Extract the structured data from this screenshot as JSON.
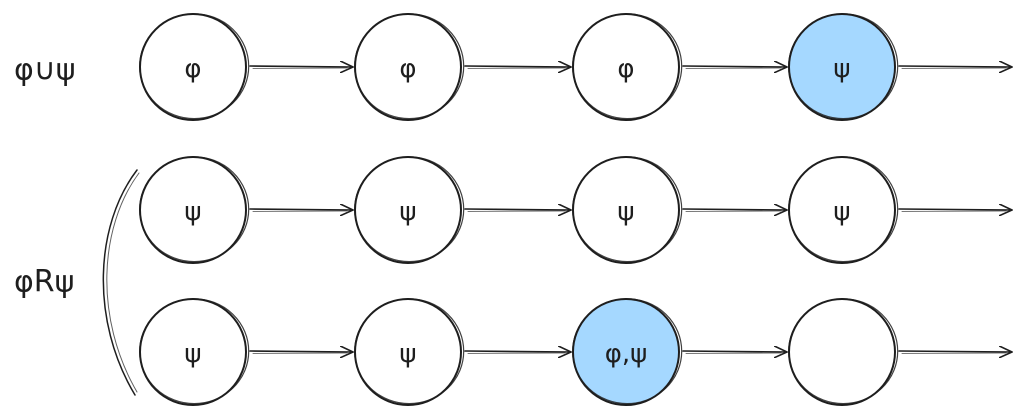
{
  "colors": {
    "ink": "#1e1e1e",
    "empty_fill": "#ffffff",
    "highlight_fill": "#a5d8ff"
  },
  "rows": [
    {
      "label": "φ∪ψ",
      "nodes": [
        {
          "text": "φ",
          "highlight": false
        },
        {
          "text": "φ",
          "highlight": false
        },
        {
          "text": "φ",
          "highlight": false
        },
        {
          "text": "ψ",
          "highlight": true
        }
      ]
    },
    {
      "label": "",
      "nodes": [
        {
          "text": "ψ",
          "highlight": false
        },
        {
          "text": "ψ",
          "highlight": false
        },
        {
          "text": "ψ",
          "highlight": false
        },
        {
          "text": "ψ",
          "highlight": false
        }
      ]
    },
    {
      "label": "",
      "nodes": [
        {
          "text": "ψ",
          "highlight": false
        },
        {
          "text": "ψ",
          "highlight": false
        },
        {
          "text": "φ,ψ",
          "highlight": true
        },
        {
          "text": "",
          "highlight": false
        }
      ]
    }
  ],
  "group_label": "φRψ"
}
